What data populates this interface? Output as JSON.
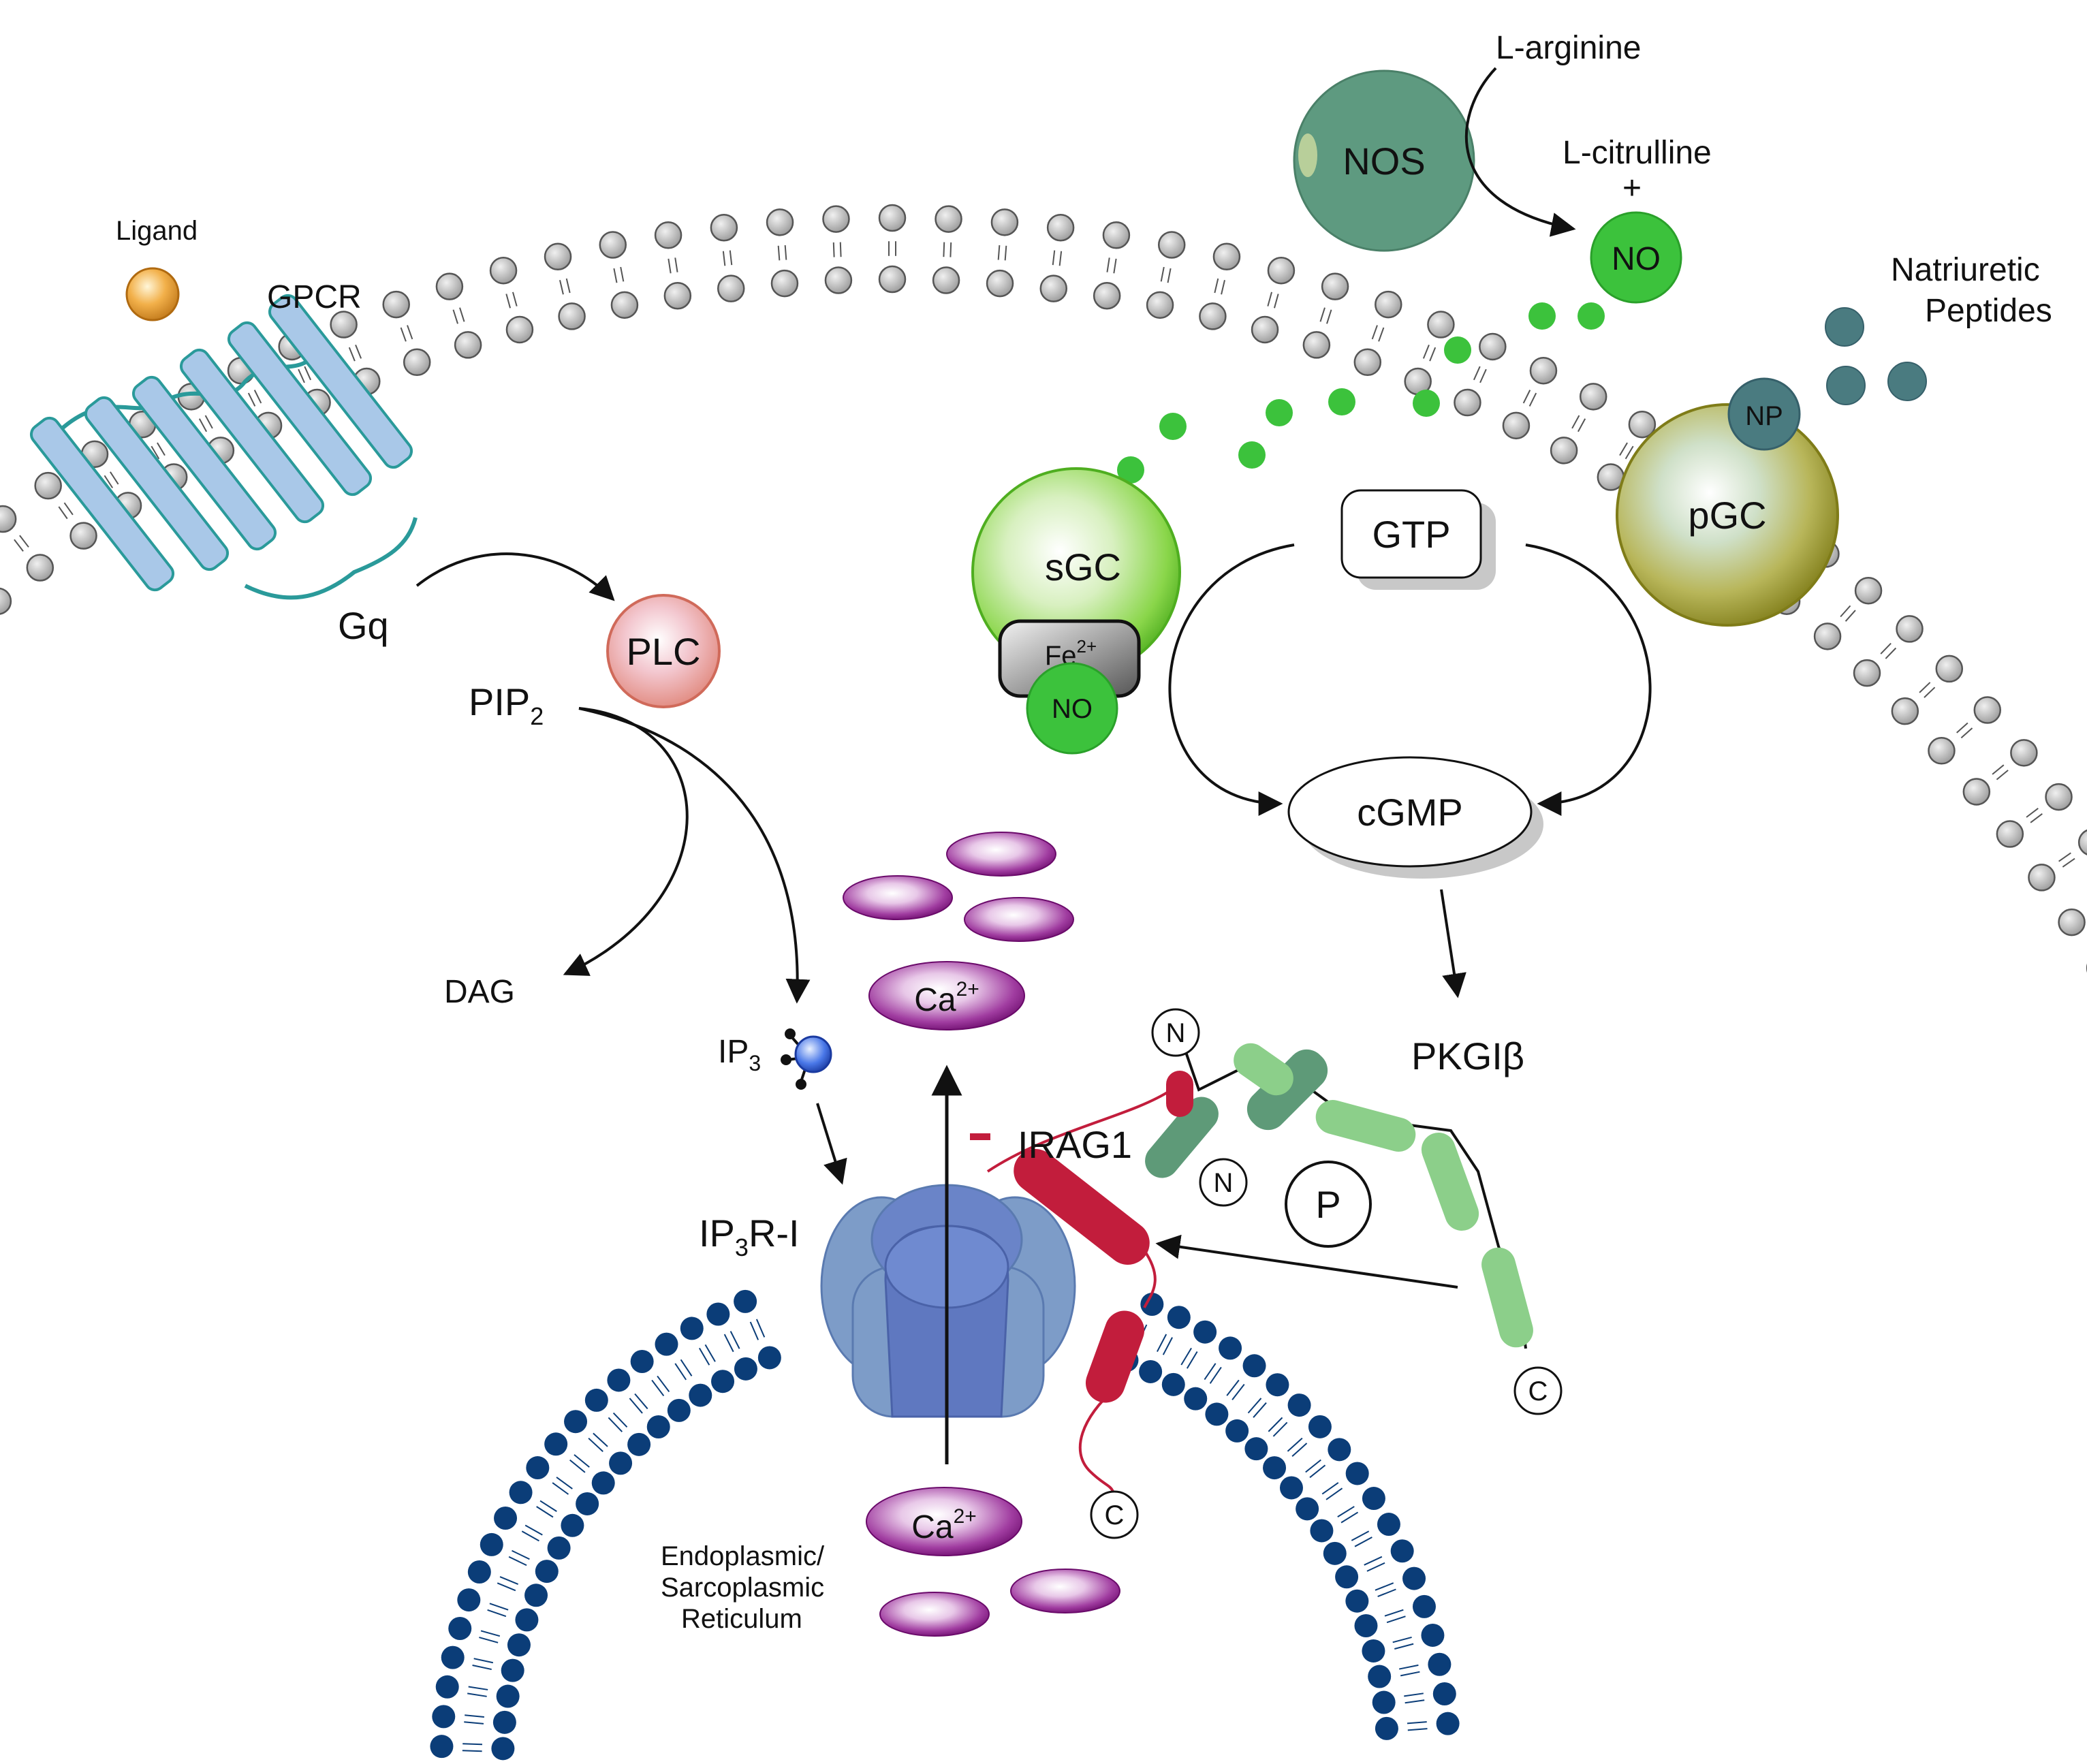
{
  "labels": {
    "ligand": "Ligand",
    "gpcr": "GPCR",
    "gq": "Gq",
    "plc": "PLC",
    "pip2_main": "PIP",
    "pip2_sub": "2",
    "dag": "DAG",
    "ip3_main": "IP",
    "ip3_sub": "3",
    "ip3r_main": "IP",
    "ip3r_sub": "3",
    "ip3r_rest": "R-I",
    "ca_top_main": "Ca",
    "ca_top_sup": "2+",
    "ca_bottom_main": "Ca",
    "ca_bottom_sup": "2+",
    "er_line1": "Endoplasmic/",
    "er_line2": "Sarcoplasmic",
    "er_line3": "Reticulum",
    "nos": "NOS",
    "l_arginine": "L-arginine",
    "l_citrulline": "L-citrulline",
    "plus": "+",
    "no_release": "NO",
    "natriuretic_line1": "Natriuretic",
    "natriuretic_line2": "Peptides",
    "np": "NP",
    "pgc": "pGC",
    "sgc": "sGC",
    "fe_main": "Fe",
    "fe_sup": "2+",
    "no_bound": "NO",
    "gtp": "GTP",
    "cgmp": "cGMP",
    "pkg": "PKGIβ",
    "irag1": "IRAG1",
    "inhibit": "–",
    "p": "P",
    "n_top": "N",
    "n_bottom": "N",
    "c_pkg": "C",
    "c_irag": "C"
  },
  "colors": {
    "membrane_head": "#c9c9c9",
    "er_head": "#0b3d78",
    "gpcr": "#a9c8e8",
    "gpcr_outline": "#2a9a9a",
    "no_green": "#3cc23c",
    "nos": "#5e9a80",
    "natriuretic": "#4a7b80",
    "pgc": "#a2a034",
    "sgc": "#8ad64a",
    "calcium": "#8a1a8a",
    "ip3r": "#7d9cc8",
    "irag1": "#c21d3c",
    "pkg_light": "#8ccf8a",
    "pkg_dark": "#5e9a78"
  }
}
